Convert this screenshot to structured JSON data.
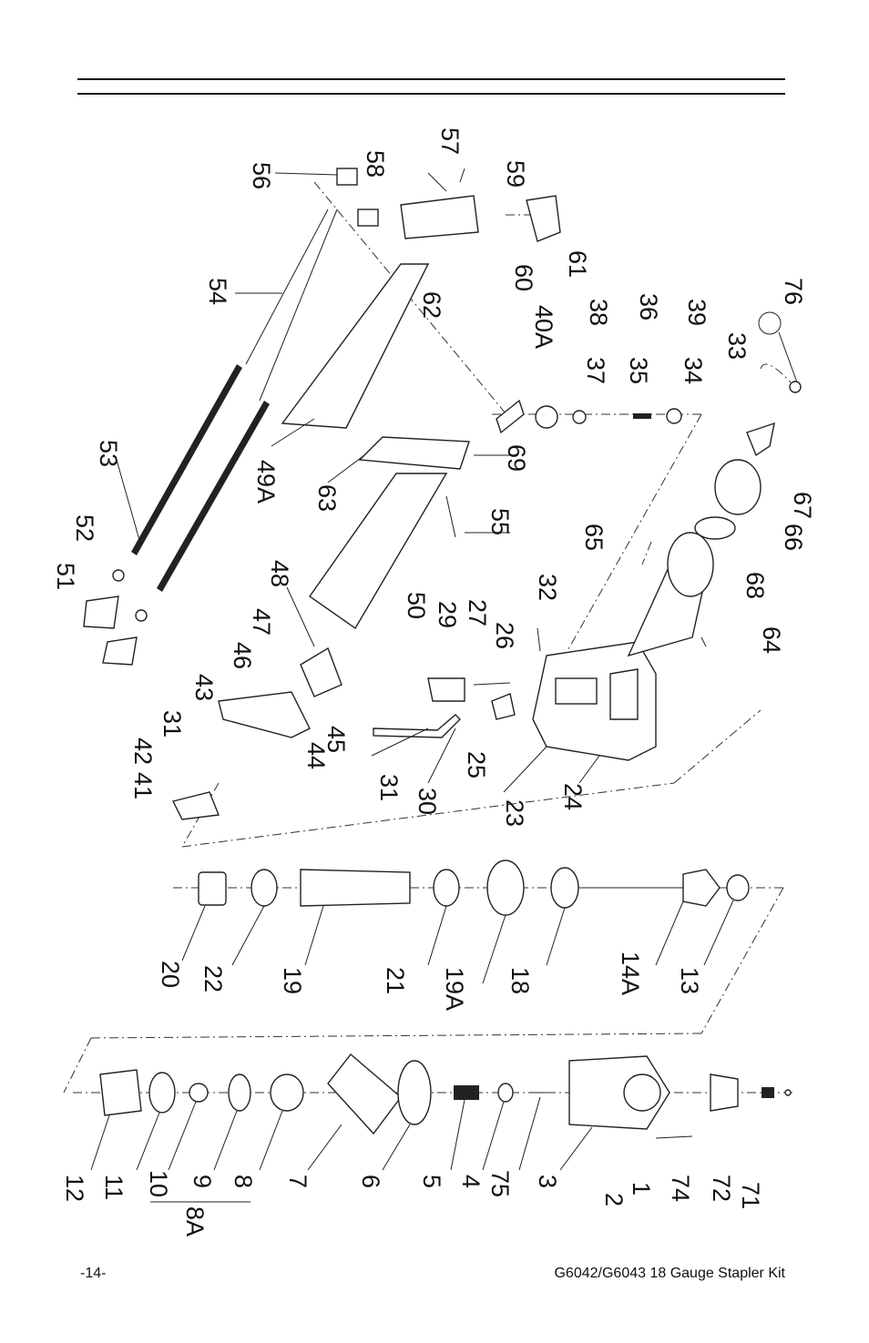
{
  "footer": {
    "page_number": "-14-",
    "title": "G6042/G6043 18 Gauge Stapler Kit"
  },
  "diagram": {
    "part_labels": [
      "56",
      "58",
      "57",
      "59",
      "61",
      "60",
      "62",
      "54",
      "40A",
      "38",
      "36",
      "39",
      "76",
      "37",
      "35",
      "34",
      "33",
      "53",
      "49A",
      "63",
      "69",
      "52",
      "51",
      "55",
      "67",
      "66",
      "65",
      "68",
      "48",
      "50",
      "29",
      "27",
      "32",
      "26",
      "47",
      "46",
      "43",
      "64",
      "31",
      "42",
      "41",
      "45",
      "44",
      "31",
      "30",
      "25",
      "23",
      "24",
      "20",
      "22",
      "19",
      "21",
      "19A",
      "18",
      "14A",
      "13",
      "12",
      "11",
      "10",
      "9",
      "8",
      "8A",
      "7",
      "6",
      "5",
      "4",
      "75",
      "3",
      "2",
      "1",
      "74",
      "72",
      "71"
    ]
  }
}
